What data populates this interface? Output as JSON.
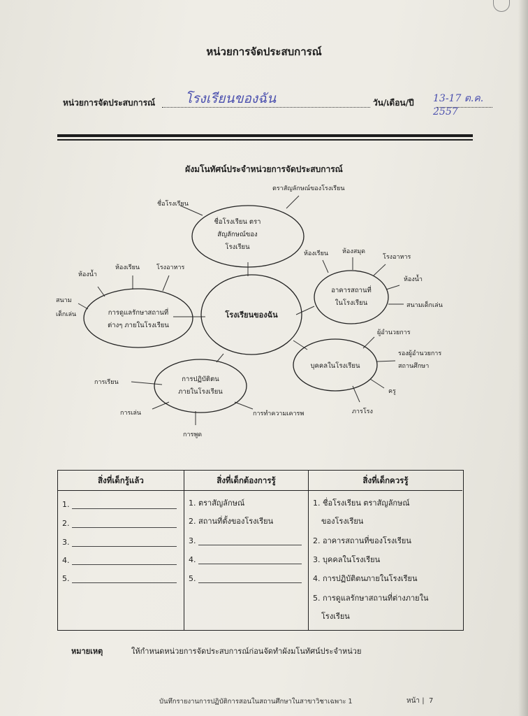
{
  "header": {
    "title": "หน่วยการจัดประสบการณ์",
    "unit_label": "หน่วยการจัดประสบการณ์",
    "unit_value_handwritten": "โรงเรียนของฉัน",
    "date_label": "วัน/เดือน/ปี",
    "date_value_handwritten": "13-17 ต.ค. 2557"
  },
  "web": {
    "title": "ผังมโนทัศน์ประจำหน่วยการจัดประสบการณ์",
    "center": "โรงเรียนของฉัน",
    "nodes": {
      "top": {
        "lines": [
          "ชื่อโรงเรียน ตรา",
          "สัญลักษณ์ของ",
          "โรงเรียน"
        ],
        "leaves": [
          "ชื่อโรงเรียน",
          "ตราสัญลักษณ์ของโรงเรียน"
        ]
      },
      "right": {
        "lines": [
          "อาคารสถานที่",
          "ในโรงเรียน"
        ],
        "leaves": [
          "ห้องเรียน",
          "ห้องสมุด",
          "โรงอาหาร",
          "ห้องน้ำ",
          "สนามเด็กเล่น"
        ]
      },
      "left": {
        "lines": [
          "การดูแลรักษาสถานที่",
          "ต่างๆ ภายในโรงเรียน"
        ],
        "leaves": [
          "ห้องน้ำ",
          "ห้องเรียน",
          "โรงอาหาร",
          "สนาม",
          "เด็กเล่น"
        ]
      },
      "bottom_right": {
        "lines": [
          "บุคคลในโรงเรียน"
        ],
        "leaves": [
          "ผู้อำนวยการ",
          "รองผู้อำนวยการ",
          "สถานศึกษา",
          "ครู",
          "ภารโรง"
        ]
      },
      "bottom_left": {
        "lines": [
          "การปฏิบัติตน",
          "ภายในโรงเรียน"
        ],
        "leaves": [
          "การเรียน",
          "การเล่น",
          "การพูด",
          "การทำความเคารพ"
        ]
      }
    }
  },
  "table": {
    "headers": [
      "สิ่งที่เด็กรู้แล้ว",
      "สิ่งที่เด็กต้องการรู้",
      "สิ่งที่เด็กควรรู้"
    ],
    "col1_numbers": [
      "1.",
      "2.",
      "3.",
      "4.",
      "5."
    ],
    "col2_items": [
      "1. ตราสัญลักษณ์",
      "2. สถานที่ตั้งของโรงเรียน"
    ],
    "col2_numbers_blank": [
      "3.",
      "4.",
      "5."
    ],
    "col3_items": [
      "1. ชื่อโรงเรียน ตราสัญลักษณ์",
      "ของโรงเรียน",
      "2. อาคารสถานที่ของโรงเรียน",
      "3. บุคคลในโรงเรียน",
      "4. การปฏิบัติตนภายในโรงเรียน",
      "5. การดูแลรักษาสถานที่ต่างภายใน",
      "โรงเรียน"
    ]
  },
  "note": {
    "label": "หมายเหตุ",
    "text": "ให้กำหนดหน่วยการจัดประสบการณ์ก่อนจัดทำผังมโนทัศน์ประจำหน่วย"
  },
  "footer": {
    "text": "บันทึกรายงานการปฏิบัติการสอนในสถานศึกษาในสาขาวิชาเฉพาะ 1",
    "page_label": "หน้า |",
    "page_number": "7"
  }
}
